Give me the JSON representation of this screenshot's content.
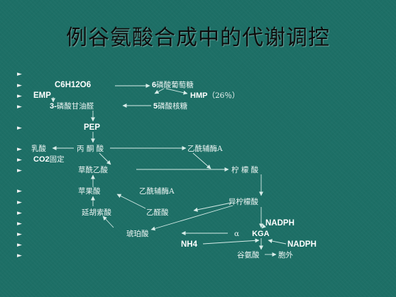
{
  "slide": {
    "title": "例谷氨酸合成中的代谢调控",
    "bullet_char": "►"
  },
  "labels": {
    "c6h12o6": "C6H12O6",
    "g6p_num": "6",
    "g6p_rest": "磷酸葡萄糖",
    "emp": "EMP",
    "hmp_name": "HMP",
    "hmp_pct": "（26％）",
    "gap_num": "3-",
    "gap_rest": "磷酸甘油醛",
    "ru5p_num": "5",
    "ru5p_rest": "磷酸核糖",
    "pep": "PEP",
    "lactate": "乳酸",
    "pyruvate": "丙 酮 酸",
    "acetyl_coa": "乙酰辅酶A",
    "co2_label": "CO2",
    "co2_fixed": "固定",
    "oxaloacetate": "草酰乙酸",
    "citrate": "柠 檬 酸",
    "malate": "苹果酸",
    "acetyl_coa_2": "乙酰辅酶A",
    "isocitrate": "异柠檬酸",
    "fumarate": "延胡索酸",
    "glyoxylate": "乙醛酸",
    "nadph_1": "NADPH",
    "succinate": "琥珀酸",
    "alpha": "α",
    "kga": "KGA",
    "nh4": "NH4",
    "nadph_2": "NADPH",
    "glutamate": "谷氨酸",
    "extracellular": "胞外"
  }
}
